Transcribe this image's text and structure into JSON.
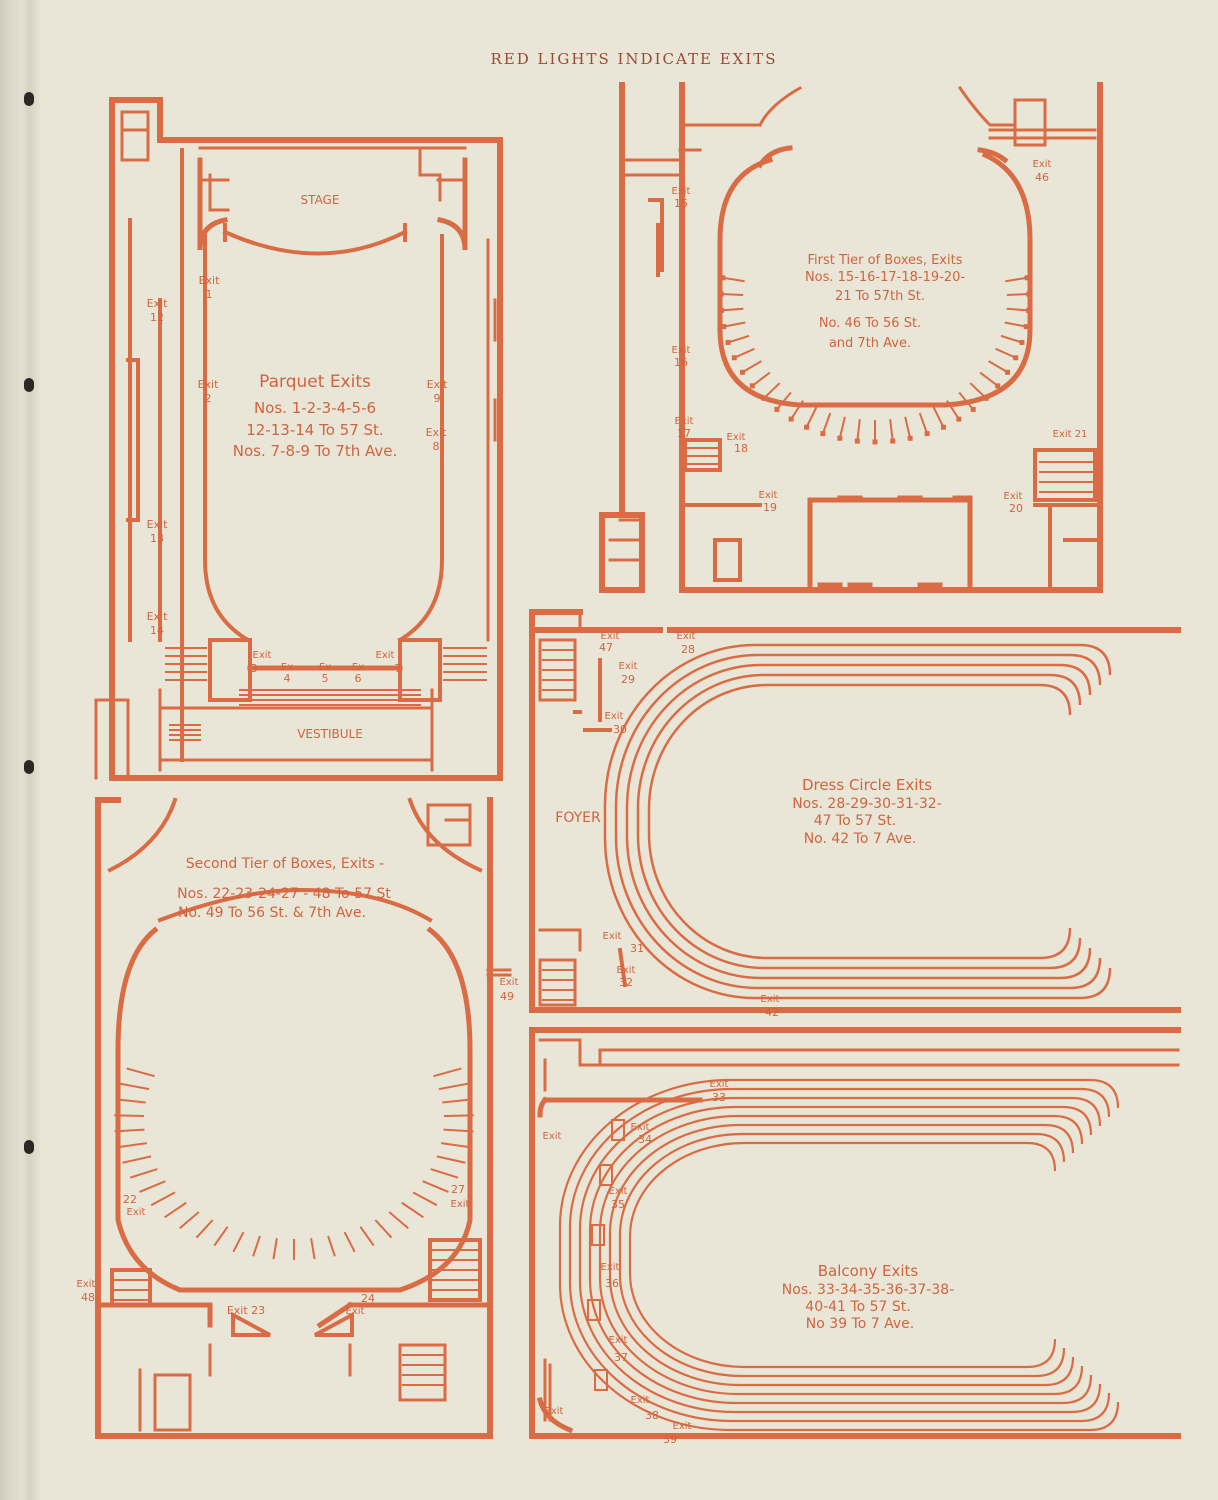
{
  "header": "RED LIGHTS INDICATE EXITS",
  "colors": {
    "ink": "#d96c45",
    "paper": "#e9e6d7"
  },
  "parquet": {
    "stage": "STAGE",
    "vestibule": "VESTIBULE",
    "title": "Parquet Exits",
    "lines": [
      "Nos. 1-2-3-4-5-6",
      "12-13-14 To 57 St.",
      "Nos. 7-8-9 To 7th Ave."
    ],
    "exits": {
      "e1": [
        "Exit",
        "1"
      ],
      "e2": [
        "Exit",
        "2"
      ],
      "e12": [
        "Exit",
        "12"
      ],
      "e13": [
        "Exit",
        "13"
      ],
      "e14": [
        "Exit",
        "14"
      ],
      "e9": [
        "Exit",
        "9"
      ],
      "e8": [
        "Exit",
        "8"
      ],
      "e3": [
        "Exit",
        "3"
      ],
      "e4": [
        "Ex",
        "4"
      ],
      "e5": [
        "Ex",
        "5"
      ],
      "e6": [
        "Ex",
        "6"
      ],
      "e7": [
        "Exit",
        "7"
      ]
    }
  },
  "first_tier": {
    "title": "First Tier of Boxes, Exits",
    "lines": [
      "Nos. 15-16-17-18-19-20-",
      "21 To 57th St.",
      "No. 46 To 56 St.",
      "and 7th Ave."
    ],
    "exits": {
      "e15": [
        "Exit",
        "15"
      ],
      "e16": [
        "Exit",
        "16"
      ],
      "e17": [
        "Exit",
        "17"
      ],
      "e18": [
        "Exit",
        "18"
      ],
      "e19": [
        "Exit",
        "19"
      ],
      "e20": [
        "Exit",
        "20"
      ],
      "e21": [
        "Exit 21"
      ],
      "e46": [
        "Exit",
        "46"
      ]
    }
  },
  "second_tier": {
    "title": "Second Tier of Boxes, Exits -",
    "lines": [
      "Nos. 22-23-24-27 - 48 To 57 St",
      "No. 49 To 56 St. & 7th Ave."
    ],
    "exits": {
      "e22": [
        "22",
        "Exit"
      ],
      "e27": [
        "27",
        "Exit"
      ],
      "e48": [
        "Exit",
        "48"
      ],
      "e23": [
        "Exit 23"
      ],
      "e24": [
        "24",
        "Exit"
      ],
      "e49": [
        "Exit",
        "49"
      ]
    }
  },
  "dress_circle": {
    "foyer": "FOYER",
    "title": "Dress Circle Exits",
    "lines": [
      "Nos. 28-29-30-31-32-",
      "47 To 57 St.",
      "No. 42 To 7 Ave."
    ],
    "exits": {
      "e47": [
        "Exit",
        "47"
      ],
      "e28": [
        "Exit",
        "28"
      ],
      "e29": [
        "Exit",
        "29"
      ],
      "e30": [
        "Exit",
        "30"
      ],
      "e31": [
        "Exit",
        "31"
      ],
      "e32": [
        "Exit",
        "32"
      ],
      "e42": [
        "Exit",
        "42"
      ]
    }
  },
  "balcony": {
    "title": "Balcony Exits",
    "lines": [
      "Nos. 33-34-35-36-37-38-",
      "40-41 To 57 St.",
      "No 39 To 7 Ave."
    ],
    "exits": {
      "e33": [
        "Exit",
        "33"
      ],
      "e34": [
        "Exit",
        "34"
      ],
      "e35": [
        "Exit",
        "35"
      ],
      "e36": [
        "Exit",
        "36"
      ],
      "e37": [
        "Exit",
        "37"
      ],
      "e38": [
        "Exit",
        "38"
      ],
      "e39": [
        "Exit",
        "39"
      ],
      "e40": [
        "Exit"
      ],
      "e41": [
        "Exit"
      ]
    }
  }
}
